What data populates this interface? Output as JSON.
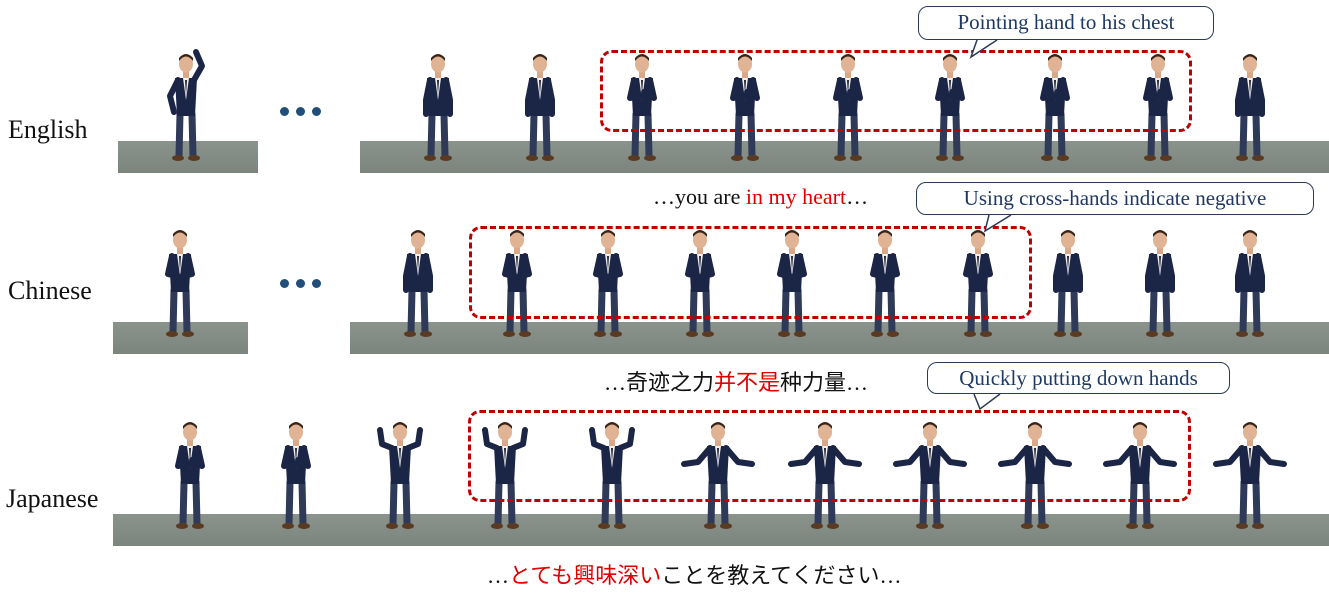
{
  "rows": [
    {
      "language": "English",
      "callout": "Pointing hand to his chest",
      "caption": {
        "before": "…you are ",
        "highlight": "in my heart",
        "after": "…"
      }
    },
    {
      "language": "Chinese",
      "callout": "Using cross-hands indicate negative",
      "caption": {
        "before": "…奇迹之力",
        "highlight": "并不是",
        "after": "种力量…"
      }
    },
    {
      "language": "Japanese",
      "callout": "Quickly putting down hands",
      "caption": {
        "before": "…",
        "highlight": "とても興味深い",
        "after": "ことを教えてください…"
      }
    }
  ],
  "colors": {
    "highlight": "#e00000",
    "dashbox": "#c00000",
    "suit": "#1b2545",
    "ground": "#7f8a82",
    "dots": "#1f4e79"
  }
}
